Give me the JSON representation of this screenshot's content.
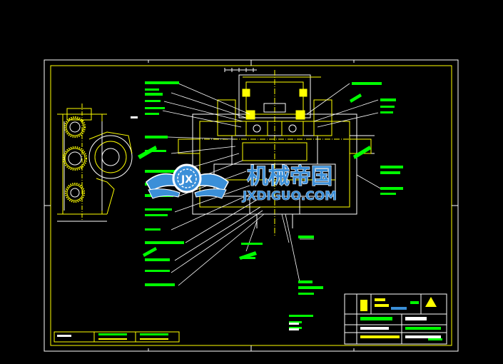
{
  "watermark": {
    "chinese": "机械帝国",
    "latin": "JXDIGUO.COM",
    "emblem_letters": "JX"
  },
  "colors": {
    "background": "#000000",
    "frame": "#ffffff",
    "linework": "#ffff00",
    "annotation": "#00ff00",
    "dimension": "#ffffff",
    "watermark_blue": "#3b8fd8"
  }
}
